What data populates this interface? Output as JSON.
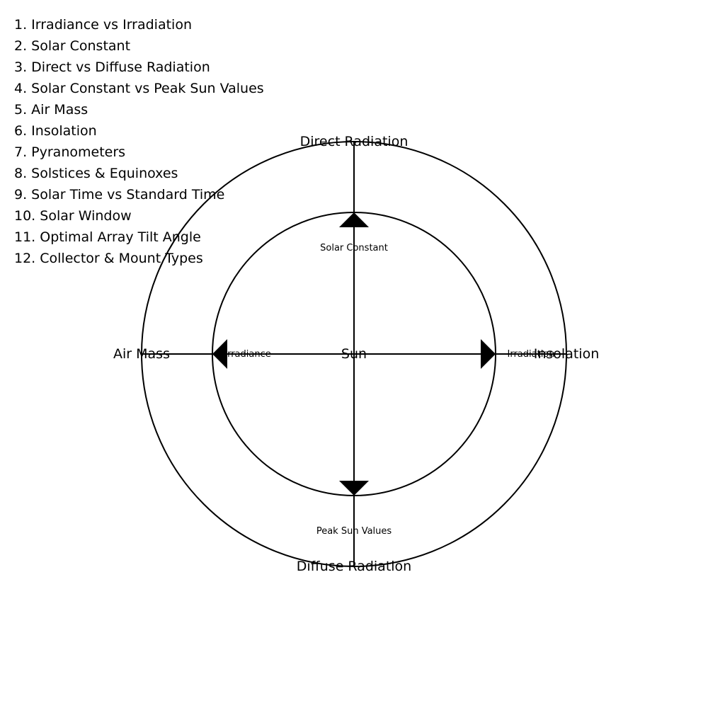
{
  "topics": [
    "1. Irradiance vs Irradiation",
    "2. Solar Constant",
    "3. Direct vs Diffuse Radiation",
    "4. Solar Constant vs Peak Sun Values",
    "5. Air Mass",
    "6. Insolation",
    "7. Pyranometers",
    "8. Solstices & Equinoxes",
    "9. Solar Time vs Standard Time",
    "10. Solar Window",
    "11. Optimal Array Tilt Angle",
    "12. Collector & Mount Types"
  ],
  "diagram": {
    "center": "Sun",
    "outer": {
      "top": "Direct Radiation",
      "bottom": "Diffuse Radiation",
      "left": "Air Mass",
      "right": "Insolation"
    },
    "inner": {
      "top": "Solar Constant",
      "bottom": "Peak Sun Values",
      "left": "Irradiance",
      "right": "Irradiation"
    }
  }
}
